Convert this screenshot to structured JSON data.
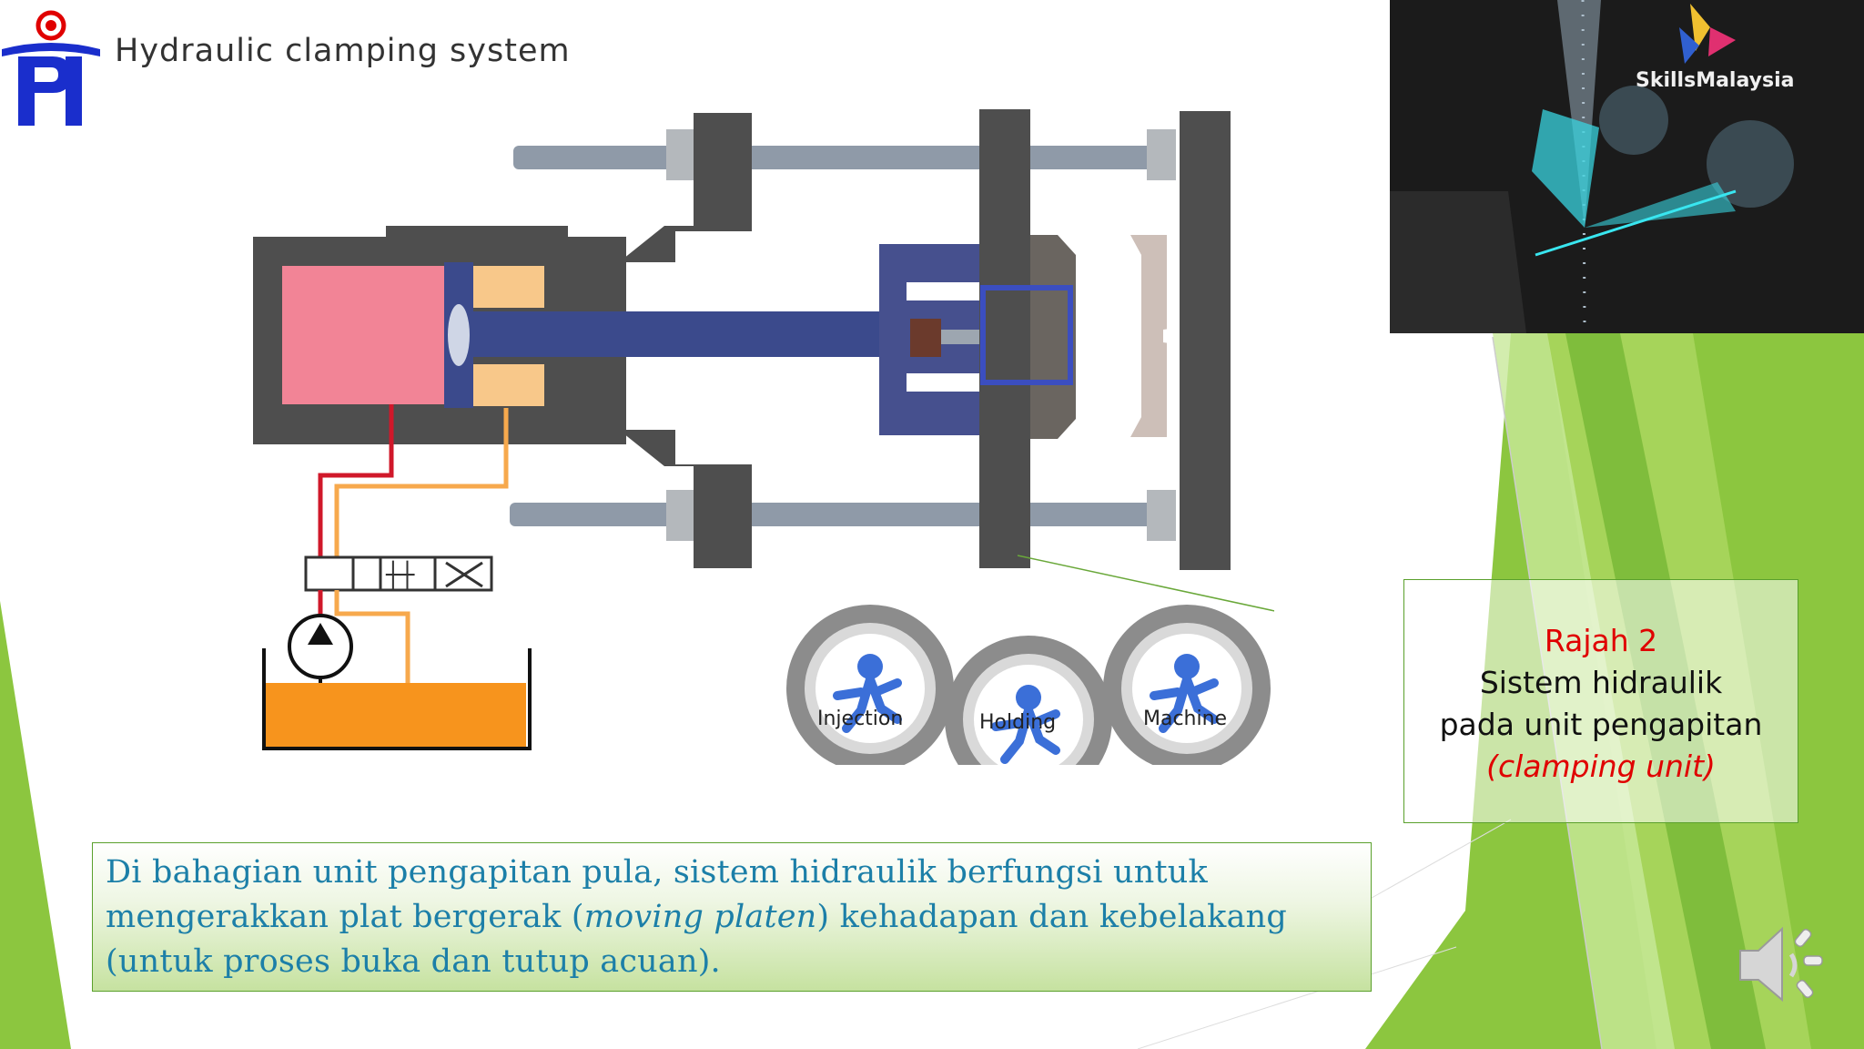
{
  "slide": {
    "title": "Hydraulic clamping system",
    "logo_text": "PI",
    "caption": {
      "line1": "Rajah 2",
      "line2": "Sistem hidraulik",
      "line3": "pada unit pengapitan",
      "line4": "(clamping unit)"
    },
    "description": {
      "part1": "Di bahagian unit pengapitan pula, sistem hidraulik berfungsi untuk mengerakkan plat bergerak (",
      "italic": "moving platen",
      "part2": ") kehadapan dan kebelakang (untuk proses buka dan tutup acuan)."
    },
    "gear_labels": [
      "Injection",
      "Holding",
      "Machine"
    ],
    "video_watermark": "SkillsMalaysia"
  },
  "colors": {
    "accent_green": "#8cc63f",
    "dark_green": "#5aa02c",
    "red": "#e00000",
    "blue_text": "#1c7fa8",
    "oil_orange": "#f7941d",
    "cylinder_pink": "#f28496",
    "steel": "#555555"
  },
  "icons": [
    "speaker-icon",
    "pump-icon",
    "valve-icon",
    "gear-icon"
  ]
}
